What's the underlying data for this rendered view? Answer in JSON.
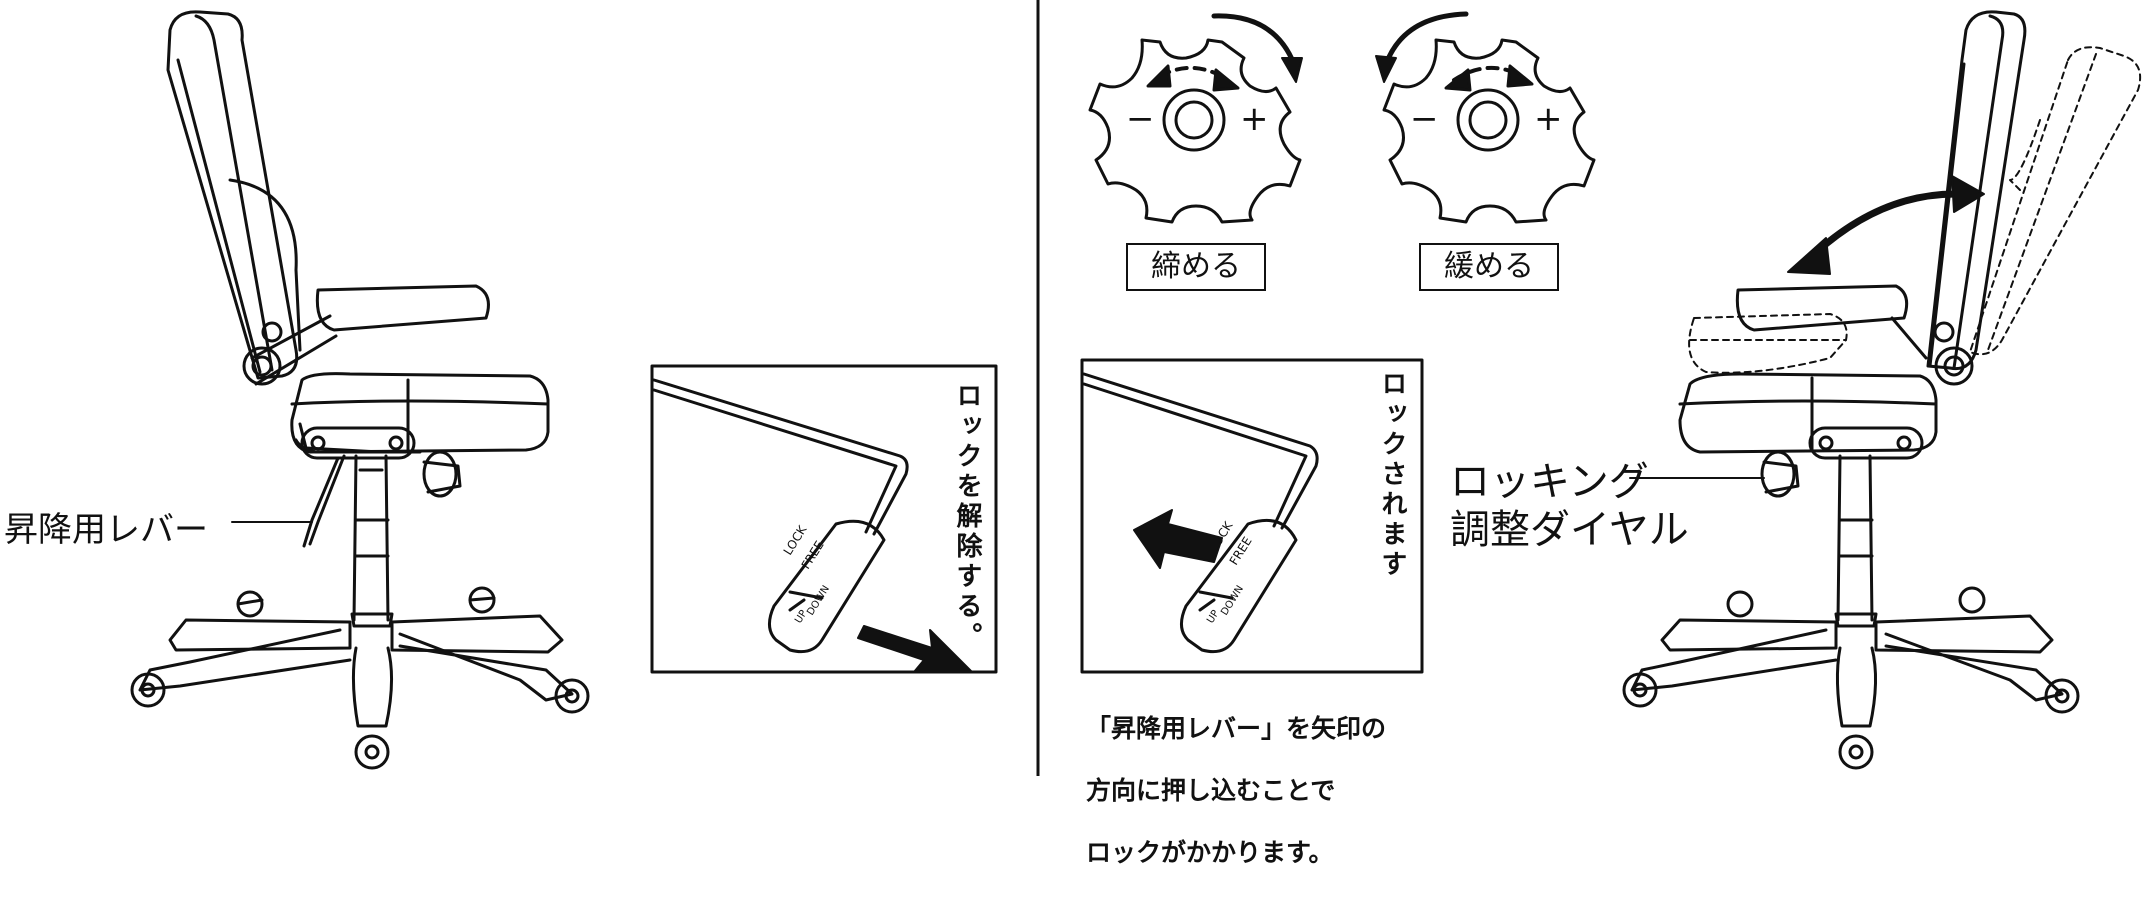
{
  "labels": {
    "lift_lever": "昇降用レバー",
    "rocking_dial_line1": "ロッキング",
    "rocking_dial_line2": "調整ダイヤル",
    "tighten": "締める",
    "loosen": "緩める",
    "unlock_instruction": "ロックを解除する。",
    "lock_instruction": "ロックされます",
    "lock_note_line1": "「昇降用レバー」を矢印の",
    "lock_note_line2": "方向に押し込むことで",
    "lock_note_line3": "ロックがかかります。"
  },
  "dial": {
    "minus": "−",
    "plus": "+"
  },
  "lever_plate": {
    "free": "FREE",
    "lock": "LOCK",
    "down": "DOWN",
    "up": "UP"
  },
  "colors": {
    "ink": "#111111",
    "paper": "#ffffff"
  }
}
